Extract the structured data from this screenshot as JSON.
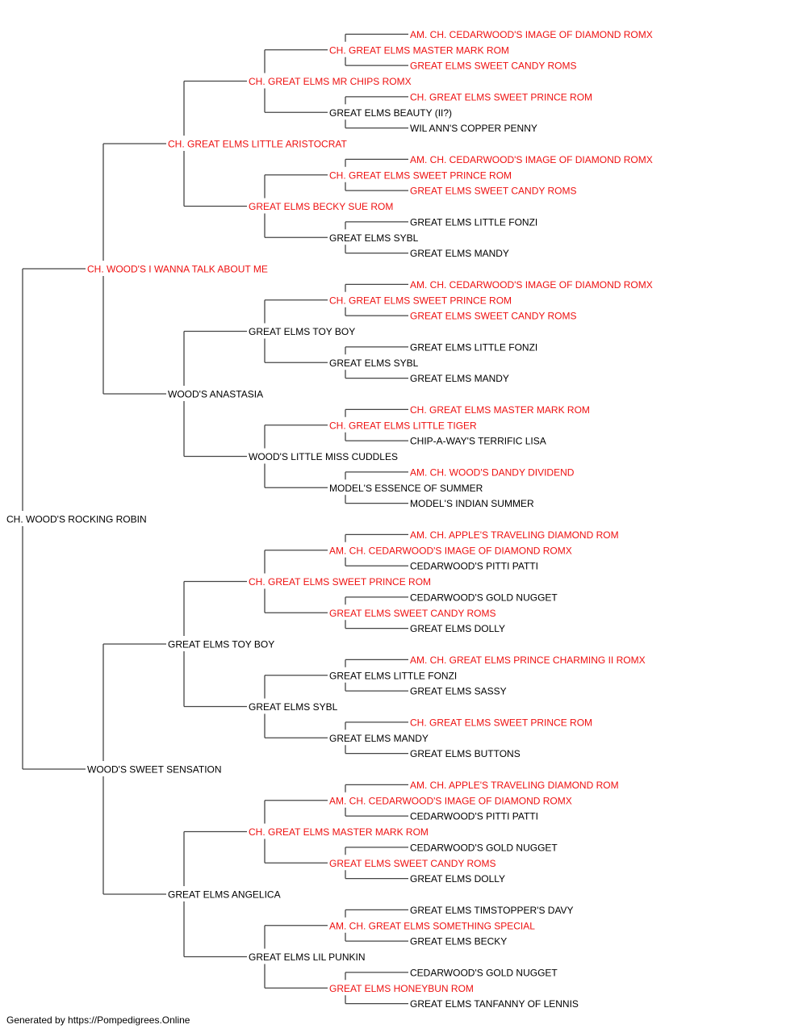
{
  "colors": {
    "champion": "#ee1111",
    "regular": "#000000",
    "connector": "#444444"
  },
  "pedigree": {
    "name": "CH. WOOD'S ROCKING ROBIN",
    "champion": false,
    "sire": {
      "name": "CH. WOOD'S I WANNA TALK ABOUT ME",
      "champion": true,
      "sire": {
        "name": "CH. GREAT ELMS LITTLE ARISTOCRAT",
        "champion": true,
        "sire": {
          "name": "CH. GREAT ELMS MR CHIPS ROMX",
          "champion": true,
          "sire": {
            "name": "CH. GREAT ELMS MASTER MARK ROM",
            "champion": true,
            "sire": {
              "name": "AM. CH. CEDARWOOD'S IMAGE OF DIAMOND ROMX",
              "champion": true
            },
            "dam": {
              "name": "GREAT ELMS SWEET CANDY ROMS",
              "champion": true
            }
          },
          "dam": {
            "name": "GREAT ELMS BEAUTY (II?)",
            "champion": false,
            "sire": {
              "name": "CH. GREAT ELMS SWEET PRINCE ROM",
              "champion": true
            },
            "dam": {
              "name": "WIL ANN'S COPPER PENNY",
              "champion": false
            }
          }
        },
        "dam": {
          "name": "GREAT ELMS BECKY SUE ROM",
          "champion": true,
          "sire": {
            "name": "CH. GREAT ELMS SWEET PRINCE ROM",
            "champion": true,
            "sire": {
              "name": "AM. CH. CEDARWOOD'S IMAGE OF DIAMOND ROMX",
              "champion": true
            },
            "dam": {
              "name": "GREAT ELMS SWEET CANDY ROMS",
              "champion": true
            }
          },
          "dam": {
            "name": "GREAT ELMS SYBL",
            "champion": false,
            "sire": {
              "name": "GREAT ELMS LITTLE FONZI",
              "champion": false
            },
            "dam": {
              "name": "GREAT ELMS MANDY",
              "champion": false
            }
          }
        }
      },
      "dam": {
        "name": "WOOD'S ANASTASIA",
        "champion": false,
        "sire": {
          "name": "GREAT ELMS TOY BOY",
          "champion": false,
          "sire": {
            "name": "CH. GREAT ELMS SWEET PRINCE ROM",
            "champion": true,
            "sire": {
              "name": "AM. CH. CEDARWOOD'S IMAGE OF DIAMOND ROMX",
              "champion": true
            },
            "dam": {
              "name": "GREAT ELMS SWEET CANDY ROMS",
              "champion": true
            }
          },
          "dam": {
            "name": "GREAT ELMS SYBL",
            "champion": false,
            "sire": {
              "name": "GREAT ELMS LITTLE FONZI",
              "champion": false
            },
            "dam": {
              "name": "GREAT ELMS MANDY",
              "champion": false
            }
          }
        },
        "dam": {
          "name": "WOOD'S LITTLE MISS CUDDLES",
          "champion": false,
          "sire": {
            "name": "CH. GREAT ELMS LITTLE TIGER",
            "champion": true,
            "sire": {
              "name": "CH. GREAT ELMS MASTER MARK ROM",
              "champion": true
            },
            "dam": {
              "name": "CHIP-A-WAY'S TERRIFIC LISA",
              "champion": false
            }
          },
          "dam": {
            "name": "MODEL'S ESSENCE OF SUMMER",
            "champion": false,
            "sire": {
              "name": "AM. CH. WOOD'S DANDY DIVIDEND",
              "champion": true
            },
            "dam": {
              "name": "MODEL'S INDIAN SUMMER",
              "champion": false
            }
          }
        }
      }
    },
    "dam": {
      "name": "WOOD'S SWEET SENSATION",
      "champion": false,
      "sire": {
        "name": "GREAT ELMS TOY BOY",
        "champion": false,
        "sire": {
          "name": "CH. GREAT ELMS SWEET PRINCE ROM",
          "champion": true,
          "sire": {
            "name": "AM. CH. CEDARWOOD'S IMAGE OF DIAMOND ROMX",
            "champion": true,
            "sire": {
              "name": "AM. CH. APPLE'S TRAVELING DIAMOND ROM",
              "champion": true
            },
            "dam": {
              "name": "CEDARWOOD'S PITTI PATTI",
              "champion": false
            }
          },
          "dam": {
            "name": "GREAT ELMS SWEET CANDY ROMS",
            "champion": true,
            "sire": {
              "name": "CEDARWOOD'S GOLD NUGGET",
              "champion": false
            },
            "dam": {
              "name": "GREAT ELMS DOLLY",
              "champion": false
            }
          }
        },
        "dam": {
          "name": "GREAT ELMS SYBL",
          "champion": false,
          "sire": {
            "name": "GREAT ELMS LITTLE FONZI",
            "champion": false,
            "sire": {
              "name": "AM. CH. GREAT ELMS PRINCE CHARMING II ROMX",
              "champion": true
            },
            "dam": {
              "name": "GREAT ELMS SASSY",
              "champion": false
            }
          },
          "dam": {
            "name": "GREAT ELMS MANDY",
            "champion": false,
            "sire": {
              "name": "CH. GREAT ELMS SWEET PRINCE ROM",
              "champion": true
            },
            "dam": {
              "name": "GREAT ELMS BUTTONS",
              "champion": false
            }
          }
        }
      },
      "dam": {
        "name": "GREAT ELMS ANGELICA",
        "champion": false,
        "sire": {
          "name": "CH. GREAT ELMS MASTER MARK ROM",
          "champion": true,
          "sire": {
            "name": "AM. CH. CEDARWOOD'S IMAGE OF DIAMOND ROMX",
            "champion": true,
            "sire": {
              "name": "AM. CH. APPLE'S TRAVELING DIAMOND ROM",
              "champion": true
            },
            "dam": {
              "name": "CEDARWOOD'S PITTI PATTI",
              "champion": false
            }
          },
          "dam": {
            "name": "GREAT ELMS SWEET CANDY ROMS",
            "champion": true,
            "sire": {
              "name": "CEDARWOOD'S GOLD NUGGET",
              "champion": false
            },
            "dam": {
              "name": "GREAT ELMS DOLLY",
              "champion": false
            }
          }
        },
        "dam": {
          "name": "GREAT ELMS LIL PUNKIN",
          "champion": false,
          "sire": {
            "name": "AM. CH. GREAT ELMS SOMETHING SPECIAL",
            "champion": true,
            "sire": {
              "name": "GREAT ELMS TIMSTOPPER'S DAVY",
              "champion": false
            },
            "dam": {
              "name": "GREAT ELMS BECKY",
              "champion": false
            }
          },
          "dam": {
            "name": "GREAT ELMS HONEYBUN ROM",
            "champion": true,
            "sire": {
              "name": "CEDARWOOD'S GOLD NUGGET",
              "champion": false
            },
            "dam": {
              "name": "GREAT ELMS TANFANNY OF LENNIS",
              "champion": false
            }
          }
        }
      }
    }
  },
  "footer": "Generated by https://Pompedigrees.Online"
}
